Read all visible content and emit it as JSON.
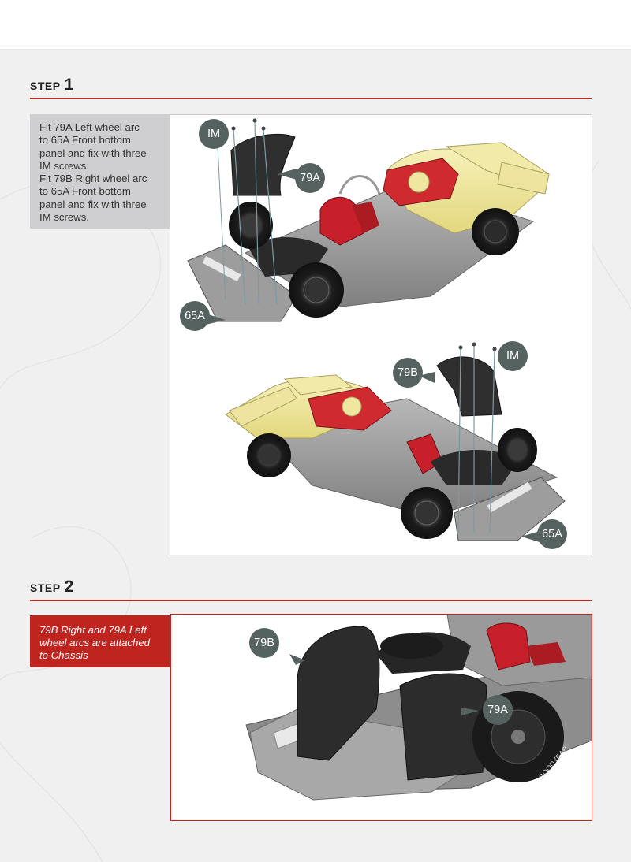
{
  "step1": {
    "word": "STEP",
    "number": "1",
    "instructions": [
      "Fit 79A Left wheel arc",
      "to 65A Front bottom",
      "panel and fix with three",
      "IM screws.",
      "Fit 79B Right wheel arc",
      "to 65A Front bottom",
      "panel and fix with three",
      "IM screws."
    ],
    "labels": {
      "im_top": "IM",
      "arc_79a": "79A",
      "panel_65a_top": "65A",
      "arc_79b": "79B",
      "im_bottom": "IM",
      "panel_65a_bottom": "65A"
    }
  },
  "step2": {
    "word": "STEP",
    "number": "2",
    "instructions": [
      "79B Right and 79A Left",
      "wheel arcs are attached",
      "to Chassis"
    ],
    "labels": {
      "arc_79b": "79B",
      "arc_79a": "79A"
    }
  },
  "tyre_text": "GOODYEAR",
  "colors": {
    "accent_red": "#c0241f",
    "badge": "#55625f",
    "body_yellow": "#efe7a0",
    "seat_red": "#c8202a"
  }
}
